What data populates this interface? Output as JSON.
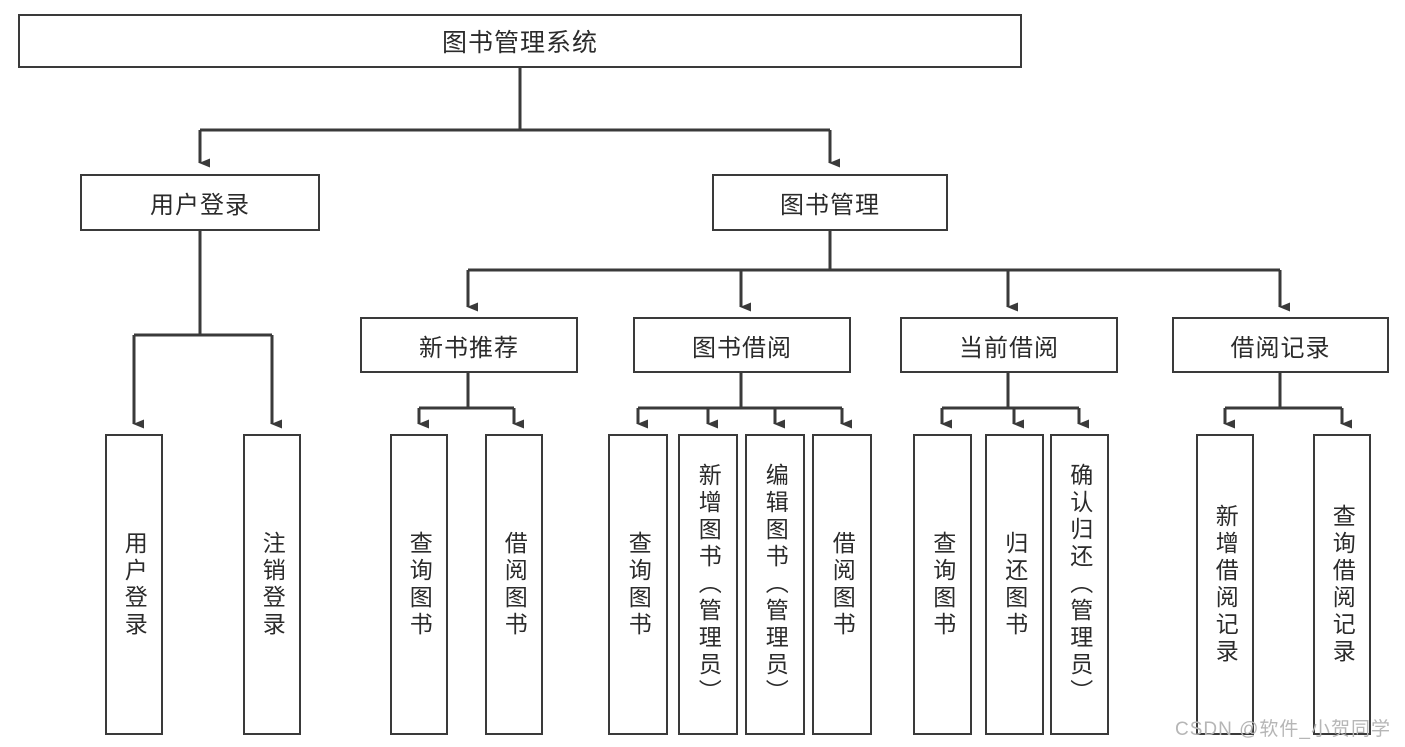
{
  "diagram": {
    "type": "tree-hierarchy",
    "title": "图书管理系统",
    "root": {
      "label": "图书管理系统"
    },
    "level1": [
      {
        "id": "user-login",
        "label": "用户登录"
      },
      {
        "id": "book-manage",
        "label": "图书管理"
      }
    ],
    "level2": [
      {
        "id": "new-book-rec",
        "label": "新书推荐"
      },
      {
        "id": "book-borrow",
        "label": "图书借阅"
      },
      {
        "id": "current-borrow",
        "label": "当前借阅"
      },
      {
        "id": "borrow-record",
        "label": "借阅记录"
      }
    ],
    "leaves": [
      {
        "id": "user-login-leaf",
        "label": "用户登录"
      },
      {
        "id": "user-logout-leaf",
        "label": "注销登录"
      },
      {
        "id": "query-book-1",
        "label": "查询图书"
      },
      {
        "id": "borrow-book-1",
        "label": "借阅图书"
      },
      {
        "id": "query-book-2",
        "label": "查询图书"
      },
      {
        "id": "add-book",
        "label": "新增图书（管理员）"
      },
      {
        "id": "edit-book",
        "label": "编辑图书（管理员）"
      },
      {
        "id": "borrow-book-2",
        "label": "借阅图书"
      },
      {
        "id": "query-book-3",
        "label": "查询图书"
      },
      {
        "id": "return-book",
        "label": "归还图书"
      },
      {
        "id": "confirm-return",
        "label": "确认归还（管理员）"
      },
      {
        "id": "add-record",
        "label": "新增借阅记录"
      },
      {
        "id": "query-record",
        "label": "查询借阅记录"
      }
    ],
    "colors": {
      "box_border": "#3a3a3a",
      "box_fill": "#ffffff",
      "connector": "#3a3a3a",
      "text": "#2b2b2b",
      "watermark": "#b6b6b6",
      "background": "#ffffff"
    }
  },
  "watermark": {
    "text": "CSDN @软件_小贺同学"
  }
}
